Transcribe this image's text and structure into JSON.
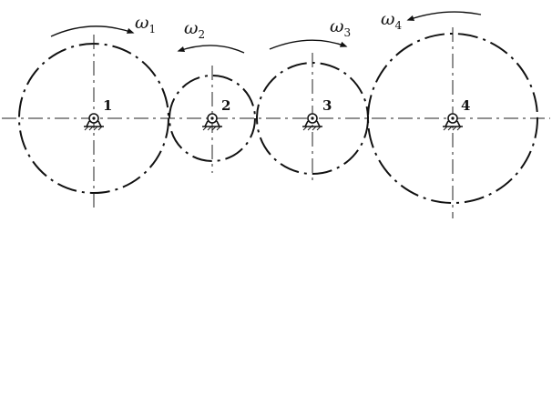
{
  "diagram": {
    "gears": [
      {
        "id": "1",
        "label": "1",
        "omega": "ω",
        "omega_sub": "1",
        "direction": "cw"
      },
      {
        "id": "2",
        "label": "2",
        "omega": "ω",
        "omega_sub": "2",
        "direction": "ccw"
      },
      {
        "id": "3",
        "label": "3",
        "omega": "ω",
        "omega_sub": "3",
        "direction": "cw"
      },
      {
        "id": "4",
        "label": "4",
        "omega": "ω",
        "omega_sub": "4",
        "direction": "ccw"
      }
    ]
  }
}
